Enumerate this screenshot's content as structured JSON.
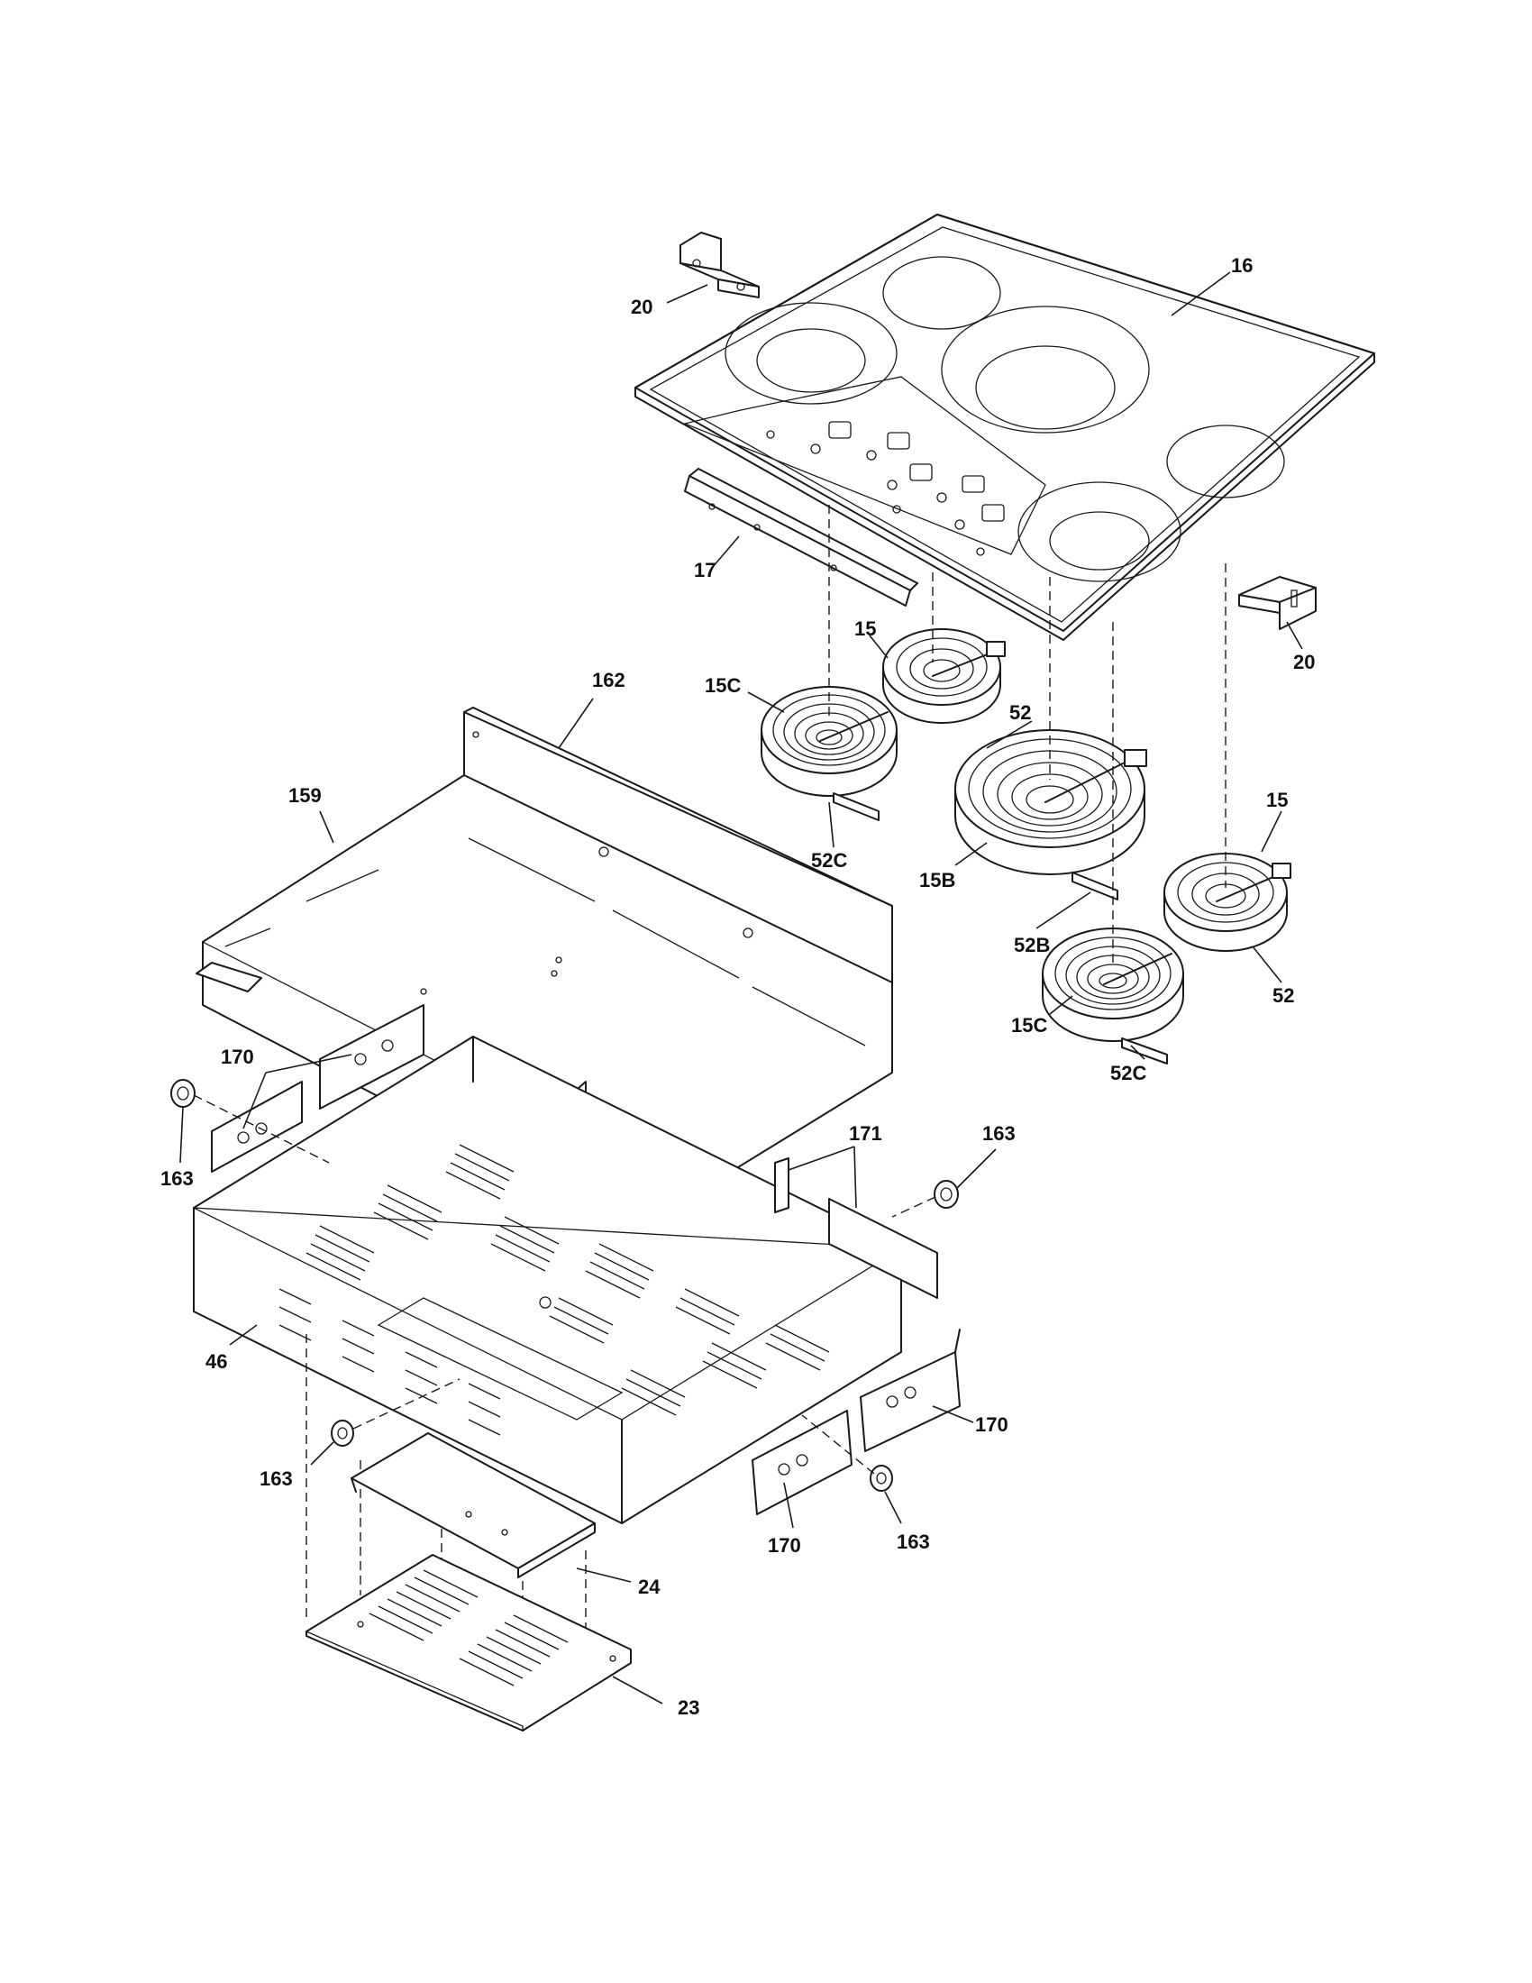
{
  "callouts": {
    "l20a": "20",
    "l16": "16",
    "l17": "17",
    "l20b": "20",
    "l15a": "15",
    "l15c_a": "15C",
    "l52a": "52",
    "l52c_a": "52C",
    "l15b": "15B",
    "l52b": "52B",
    "l15b2": "15",
    "l52b2": "52",
    "l15c_b": "15C",
    "l52c_b": "52C",
    "l162": "162",
    "l159": "159",
    "l170a": "170",
    "l163a": "163",
    "l171": "171",
    "l163b": "163",
    "l46": "46",
    "l170b": "170",
    "l163c": "163",
    "l170c": "170",
    "l163d": "163",
    "l24": "24",
    "l23": "23"
  }
}
